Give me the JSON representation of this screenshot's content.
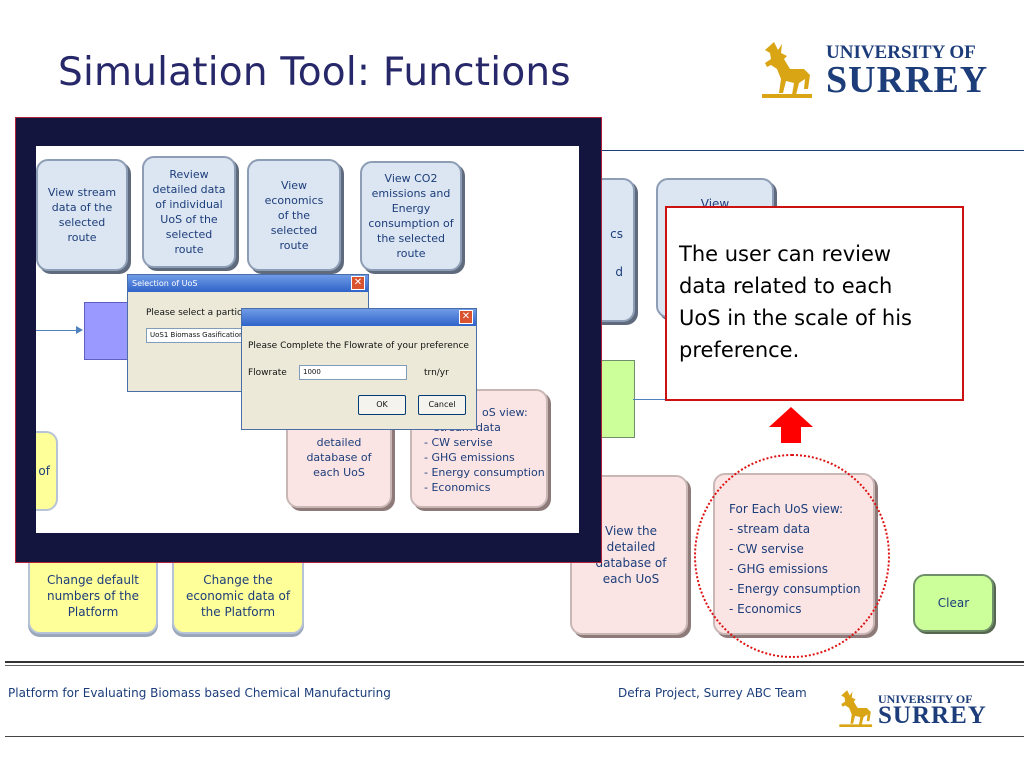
{
  "slide": {
    "title": "Simulation Tool: Functions",
    "logo_university": "UNIVERSITY OF",
    "logo_surrey": "SURREY"
  },
  "background_panel": {
    "partial_top_a": "cs",
    "partial_top_b": "d",
    "partial_top_view": "View",
    "partial_left_of": "of",
    "view_database": "View the detailed database of each UoS",
    "uos_view_title": "For Each UoS view:",
    "uos_view_items": [
      "- stream data",
      "- CW  servise",
      "- GHG emissions",
      "- Energy consumption",
      "- Economics"
    ],
    "change_default": "Change  default numbers of the Platform",
    "change_econ": "Change the economic data of the Platform",
    "clear": "Clear"
  },
  "screenshot": {
    "box1": "View stream data of the selected route",
    "box2": "Review detailed data of individual UoS of the selected route",
    "box3": "View economics of the selected route",
    "box4": "View CO2 emissions and Energy consumption of the selected route",
    "inner_db": "detailed database of each UoS",
    "inner_uos_title": "oS view:",
    "inner_uos_items": [
      "stream data",
      "- CW  servise",
      "- GHG emissions",
      "- Energy consumption",
      "- Economics"
    ],
    "dialog1": {
      "title": "Selection of UoS",
      "prompt": "Please select a partic",
      "dropdown_value": "UoS1 Biomass Gasification"
    },
    "dialog2": {
      "prompt": "Please Complete the Flowrate of your preference",
      "flow_label": "Flowrate",
      "flow_value": "1000",
      "unit": "trn/yr",
      "ok": "OK",
      "cancel": "Cancel"
    }
  },
  "callout": {
    "lines": [
      "The user can review",
      "data related to each",
      "UoS in the scale of his",
      "preference."
    ]
  },
  "footer": {
    "left": "Platform for Evaluating Biomass based Chemical Manufacturing",
    "right": "Defra Project, Surrey ABC Team"
  },
  "colors": {
    "title": "#27286a",
    "accent_red": "#cc1111",
    "dark_frame": "#14153e"
  }
}
